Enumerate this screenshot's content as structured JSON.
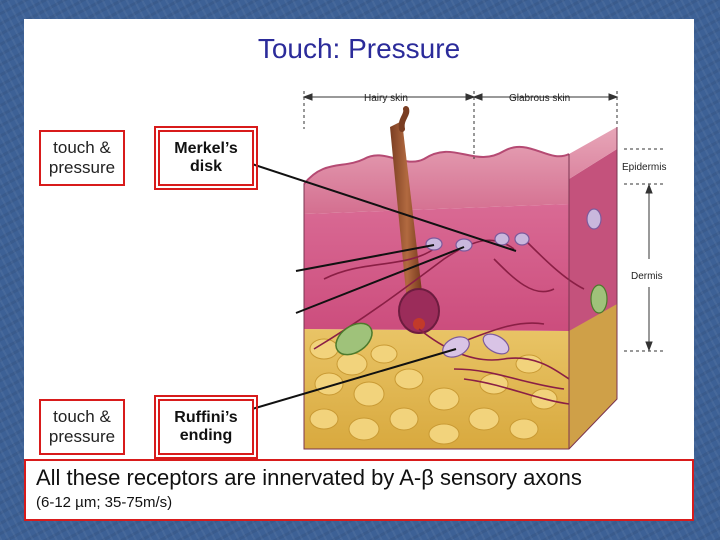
{
  "title": "Touch: Pressure",
  "labels": {
    "top_function": [
      "touch &",
      "pressure"
    ],
    "top_receptor": [
      "Merkel’s",
      "disk"
    ],
    "bottom_function": [
      "touch &",
      "pressure"
    ],
    "bottom_receptor": [
      "Ruffini’s",
      "ending"
    ]
  },
  "figure": {
    "hairy_skin": "Hairy skin",
    "glabrous_skin": "Glabrous skin",
    "epidermis": "Epidermis",
    "dermis": "Dermis"
  },
  "caption": {
    "main": "All these receptors are innervated by A-β sensory axons",
    "sub": "(6-12 µm; 35-75m/s)"
  },
  "colors": {
    "background": "#3d6196",
    "title": "#2b2b9a",
    "box_border": "#d81b1b"
  }
}
